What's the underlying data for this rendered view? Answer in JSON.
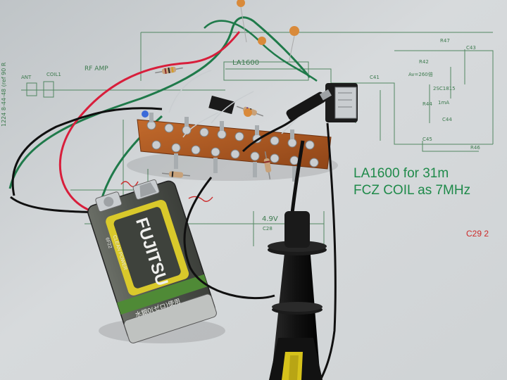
{
  "photo": {
    "type": "photograph",
    "subject": "breadboard-radio-on-schematic"
  },
  "schematic": {
    "title_line1": "LA1600 for 31m",
    "title_line2": "FCZ COIL as 7MHz",
    "chip_label": "LA1600",
    "rf_amp_label": "RF AMP",
    "ant_label": "ANT",
    "coil_label": "COIL1",
    "voltage_label": "4.9V",
    "transistor_label": "2SC1815",
    "gain_label": "Av=260倍",
    "current_label": "1mA",
    "cap_labels": [
      "C28",
      "C41",
      "C43",
      "C44",
      "C45"
    ],
    "res_labels": [
      "R47",
      "R46",
      "R44",
      "R42"
    ],
    "side_text": "1224 8-44-48 (ref 90 R",
    "handwritten_note": "C29 2",
    "colors": {
      "paper": "#d6d9db",
      "trace": "#3d7a4e",
      "title": "#1f8a4a",
      "note": "#cc2a2a"
    }
  },
  "battery": {
    "brand": "FUJITSU",
    "model_text": "6F22",
    "band_text": "水銀0(ゼロ)使用",
    "side_text": "CLEAN POWER",
    "colors": {
      "body": "#5b5f58",
      "band": "#d9c92b",
      "label_green": "#6a8d3a"
    }
  },
  "board": {
    "color": "#b25a23",
    "lug_color": "#c9cdd0"
  },
  "wires": {
    "colors": {
      "red": "#d81e3b",
      "green": "#1f7a4a",
      "black": "#101010"
    }
  },
  "probe": {
    "body_color": "#141414",
    "accent_color": "#d6c21b"
  }
}
